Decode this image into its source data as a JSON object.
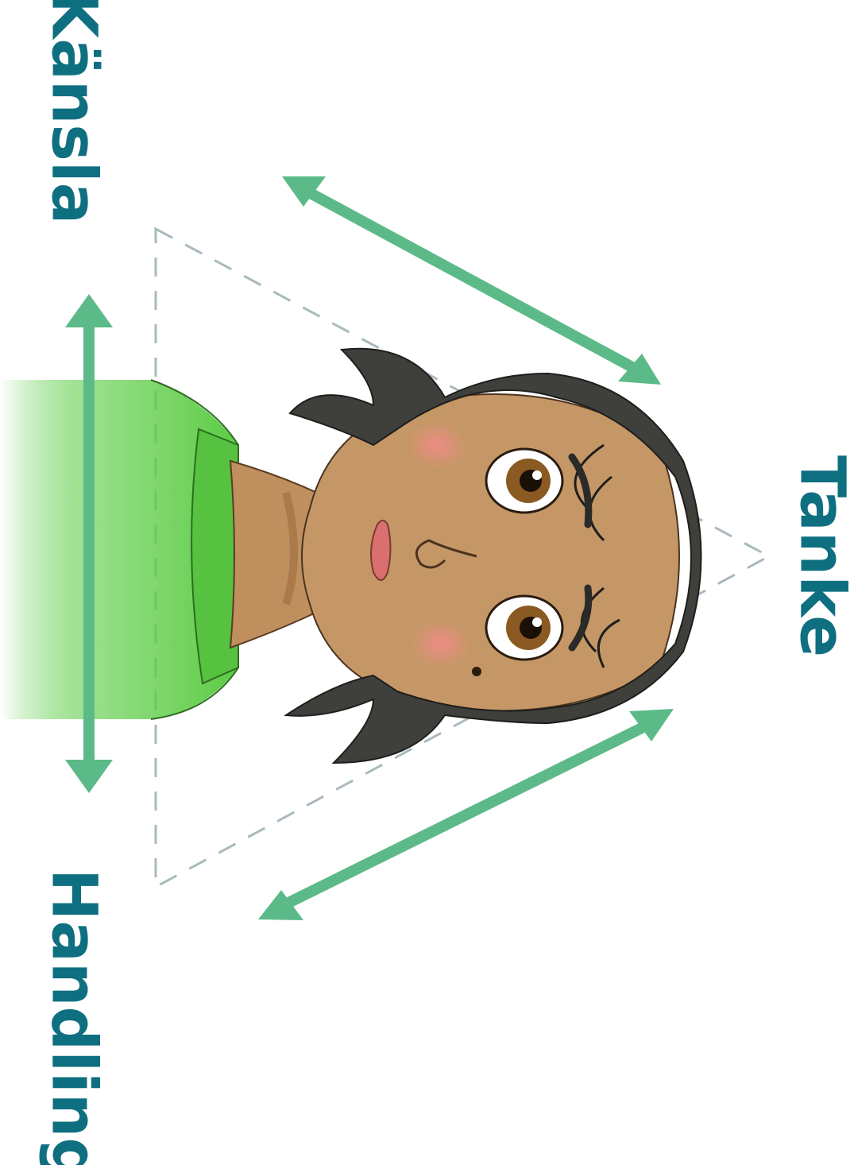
{
  "labels": {
    "top": "Känsla",
    "right": "Tanke",
    "bottom": "Handling"
  },
  "colors": {
    "label": "#0e6f80",
    "arrow": "#5cba88",
    "dashed_triangle": "#a9b9be",
    "background": "#ffffff",
    "skin": "#c59766",
    "hair": "#3f3f3c",
    "sweater": "#5ccc45"
  },
  "illustration": {
    "subject": "person-face",
    "icon": "person-illustration"
  },
  "diagram": {
    "shape": "triangle",
    "arrows": 3,
    "arrow_style": "double-headed"
  }
}
